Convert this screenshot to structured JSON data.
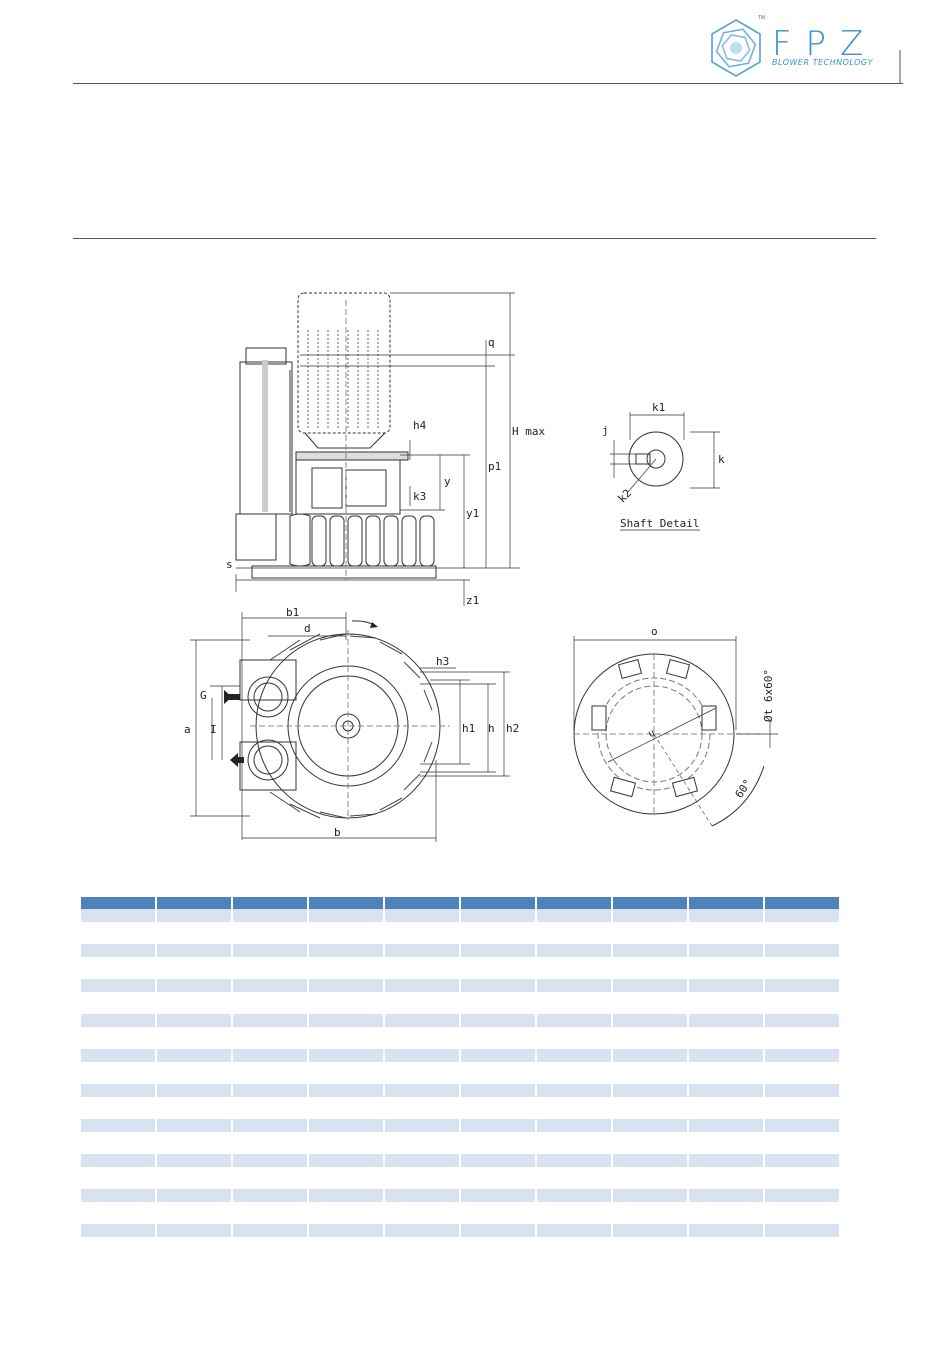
{
  "header": {
    "brand": "FPZ",
    "tagline": "BLOWER TECHNOLOGY",
    "trademark": "TM",
    "brand_color": "#3a8fd0"
  },
  "drawing": {
    "side_view_labels": {
      "q": "q",
      "h_max": "H max",
      "p1": "p1",
      "h4": "h4",
      "y": "y",
      "y1": "y1",
      "k3": "k3",
      "s": "s",
      "z1": "z1"
    },
    "shaft_detail": {
      "title": "Shaft Detail",
      "k1": "k1",
      "j": "j",
      "k": "k",
      "k2": "k2"
    },
    "front_view_labels": {
      "b1": "b1",
      "d": "d",
      "h3": "h3",
      "a": "a",
      "G": "G",
      "I": "I",
      "h1": "h1",
      "h": "h",
      "h2": "h2",
      "b": "b"
    },
    "flange_labels": {
      "o": "o",
      "u": "u",
      "t": "Øt 6x60°",
      "angle": "60°"
    }
  },
  "table": {
    "header_color": "#4f81bd",
    "band_color": "#d9e2f0",
    "columns": 10,
    "band_rows": 10
  }
}
